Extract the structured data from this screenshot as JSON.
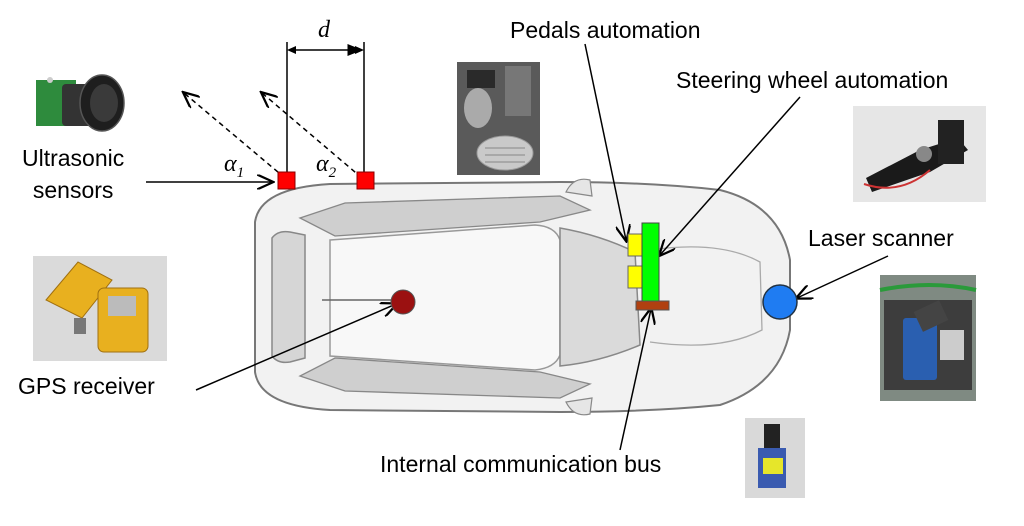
{
  "labels": {
    "ultrasonic": [
      "Ultrasonic",
      "sensors"
    ],
    "alpha1": "α",
    "alpha1_sub": "1",
    "alpha2": "α",
    "alpha2_sub": "2",
    "distance": "d",
    "pedals": "Pedals automation",
    "steering": "Steering wheel automation",
    "laser": "Laser scanner",
    "gps": "GPS receiver",
    "bus": "Internal communication bus"
  },
  "colors": {
    "sensor": "#ff0000",
    "gps_marker": "#9b1111",
    "laser_marker": "#1f7cf2",
    "pedal_box": "#ffff00",
    "steering_bar": "#00ff00",
    "bus_bar": "#b04010"
  }
}
